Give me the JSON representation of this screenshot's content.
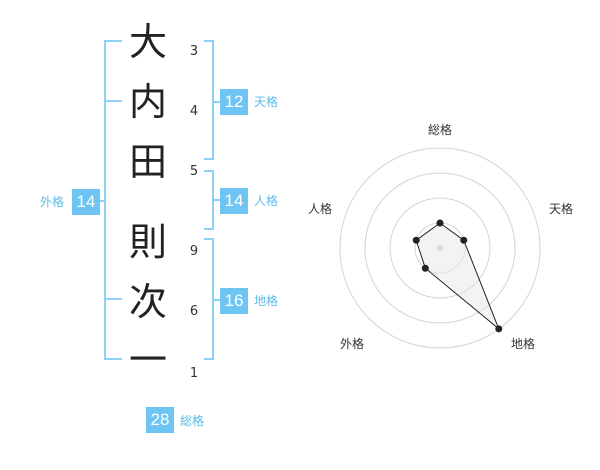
{
  "name_chars": [
    {
      "char": "大",
      "strokes": "3"
    },
    {
      "char": "内",
      "strokes": "4"
    },
    {
      "char": "田",
      "strokes": "5"
    },
    {
      "char": "則",
      "strokes": "9"
    },
    {
      "char": "次",
      "strokes": "6"
    },
    {
      "char": "一",
      "strokes": "1"
    }
  ],
  "fortune": {
    "tenkaku": {
      "value": "12",
      "label": "天格"
    },
    "jinkaku": {
      "value": "14",
      "label": "人格"
    },
    "chikaku": {
      "value": "16",
      "label": "地格"
    },
    "gaikaku": {
      "value": "14",
      "label": "外格"
    },
    "soukaku": {
      "value": "28",
      "label": "総格"
    }
  },
  "radar": {
    "labels": {
      "top": "総格",
      "right_top": "天格",
      "right_bottom": "地格",
      "left_bottom": "外格",
      "left_top": "人格"
    },
    "levels": 4,
    "accent_color": "#6ec5f3",
    "values": {
      "soukaku": 1,
      "tenkaku": 1,
      "chikaku": 4,
      "gaikaku": 1,
      "jinkaku": 1
    }
  }
}
